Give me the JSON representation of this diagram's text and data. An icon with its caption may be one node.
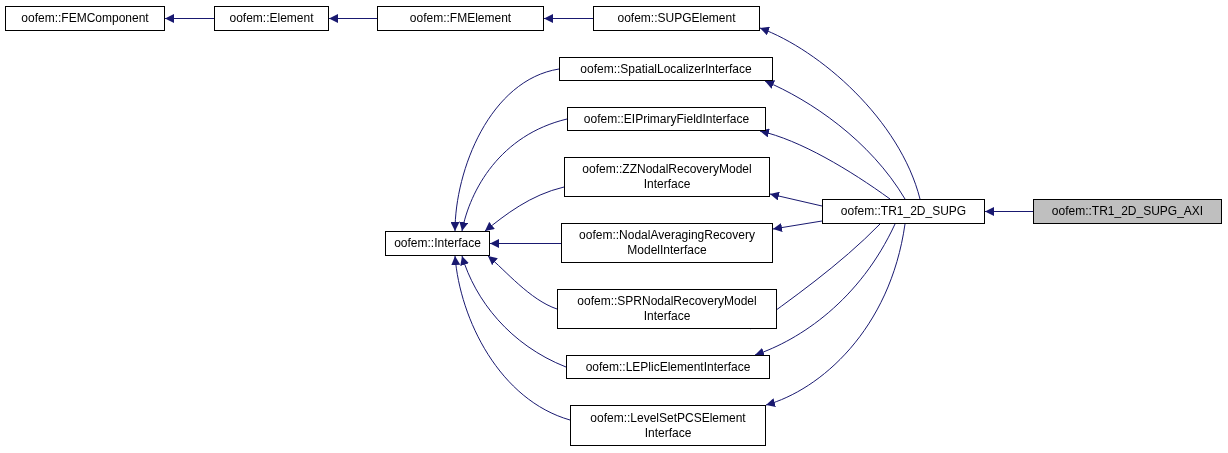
{
  "diagram": {
    "nodes": [
      {
        "text": [
          "oofem::FEMComponent"
        ]
      },
      {
        "text": [
          "oofem::Element"
        ]
      },
      {
        "text": [
          "oofem::FMElement"
        ]
      },
      {
        "text": [
          "oofem::SUPGElement"
        ]
      },
      {
        "text": [
          "oofem::SpatialLocalizerInterface"
        ]
      },
      {
        "text": [
          "oofem::EIPrimaryFieldInterface"
        ]
      },
      {
        "text": [
          "oofem::ZZNodalRecoveryModel Interface"
        ]
      },
      {
        "text": [
          "oofem::Interface"
        ]
      },
      {
        "text": [
          "oofem::TR1_2D_SUPG"
        ]
      },
      {
        "text": [
          "oofem::TR1_2D_SUPG_AXI"
        ]
      },
      {
        "text": [
          "oofem::NodalAveragingRecovery ModelInterface"
        ]
      },
      {
        "text": [
          "oofem::SPRNodalRecoveryModel Interface"
        ]
      },
      {
        "text": [
          "oofem::LEPlicElementInterface"
        ]
      },
      {
        "text": [
          "oofem::LevelSetPCSElement Interface"
        ]
      }
    ],
    "edges": [
      {
        "from": 1,
        "to": 0,
        "arrow": "to"
      },
      {
        "from": 2,
        "to": 1,
        "arrow": "to"
      },
      {
        "from": 3,
        "to": 2,
        "arrow": "to"
      },
      {
        "from": 8,
        "to": 3,
        "arrow": "to"
      },
      {
        "from": 4,
        "to": 7,
        "arrow": "to"
      },
      {
        "from": 8,
        "to": 4,
        "arrow": "to"
      },
      {
        "from": 5,
        "to": 7,
        "arrow": "to"
      },
      {
        "from": 8,
        "to": 5,
        "arrow": "to"
      },
      {
        "from": 6,
        "to": 7,
        "arrow": "to"
      },
      {
        "from": 8,
        "to": 6,
        "arrow": "to"
      },
      {
        "from": 10,
        "to": 7,
        "arrow": "to"
      },
      {
        "from": 8,
        "to": 10,
        "arrow": "to"
      },
      {
        "from": 11,
        "to": 7,
        "arrow": "to"
      },
      {
        "from": 8,
        "to": 11,
        "arrow": "to"
      },
      {
        "from": 12,
        "to": 7,
        "arrow": "to"
      },
      {
        "from": 8,
        "to": 12,
        "arrow": "to"
      },
      {
        "from": 13,
        "to": 7,
        "arrow": "to"
      },
      {
        "from": 8,
        "to": 13,
        "arrow": "to"
      },
      {
        "from": 9,
        "to": 8,
        "arrow": "to"
      }
    ]
  }
}
